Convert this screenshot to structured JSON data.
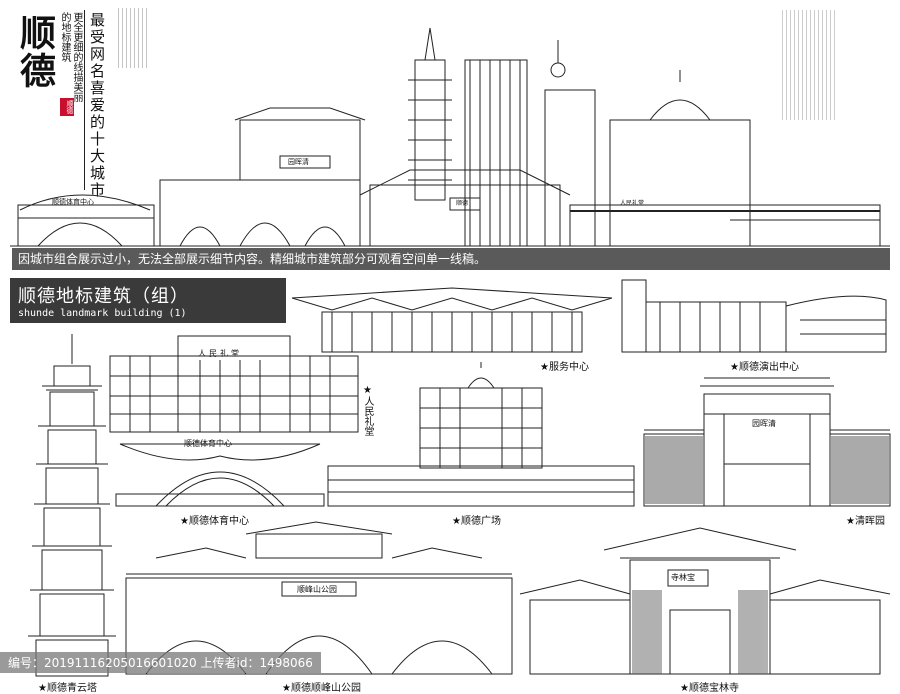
{
  "poster": {
    "title_main": "顺德",
    "seal_text": "顺德",
    "tagline_left": "更全更细的线描美丽的地标建筑",
    "tagline_big": "最受网名喜爱的十大城市",
    "notice": "因城市组合展示过小，无法全部展示细节内容。精细城市建筑部分可观看空间单一线稿。",
    "group_title": "顺德地标建筑（组）",
    "group_subtitle": "shunde landmark building (1)",
    "footer_text": "编号：20191116205016601020 上传者id：1498066",
    "accent_color": "#c8102e",
    "banner_color": "#5a5a5a"
  },
  "skyline_signs": {
    "stadium": "顺德体育中心",
    "gate_plaque": "园晖清",
    "tower_small": "顺德",
    "hall": "人民礼堂"
  },
  "landmarks": [
    {
      "label": "★服务中心"
    },
    {
      "label": "★顺德演出中心"
    },
    {
      "label": "★人民礼堂"
    },
    {
      "label": "★顺德体育中心"
    },
    {
      "label": "★顺德广场"
    },
    {
      "label": "★清晖园"
    },
    {
      "label": "★顺德青云塔"
    },
    {
      "label": "★顺德顺峰山公园"
    },
    {
      "label": "★顺德宝林寺"
    }
  ],
  "plaques": {
    "hall": "人民礼堂",
    "stadium": "顺德体育中心",
    "qinghui": "园晖清",
    "shunfeng": "顺峰山公园",
    "baolin": "寺林宝"
  }
}
